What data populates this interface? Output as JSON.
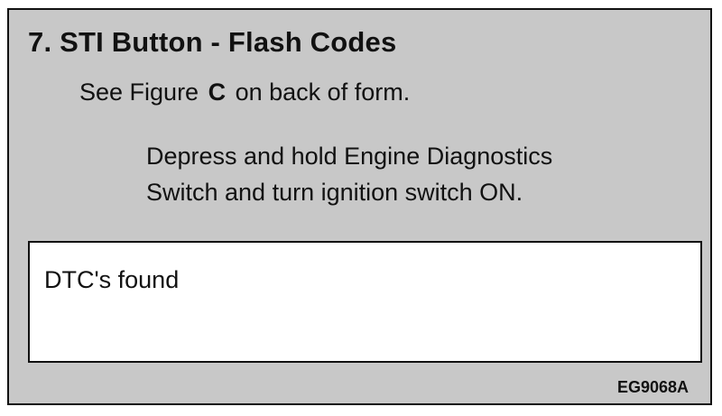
{
  "section": {
    "title": "7. STI Button - Flash Codes"
  },
  "figure_ref": {
    "prefix": "See Figure",
    "letter": "C",
    "suffix": "on back of form."
  },
  "instruction": {
    "line1": "Depress and hold Engine Diagnostics",
    "line2": "Switch and turn ignition switch ON."
  },
  "dtc": {
    "label": "DTC's found",
    "value": ""
  },
  "figure_code": "EG9068A"
}
